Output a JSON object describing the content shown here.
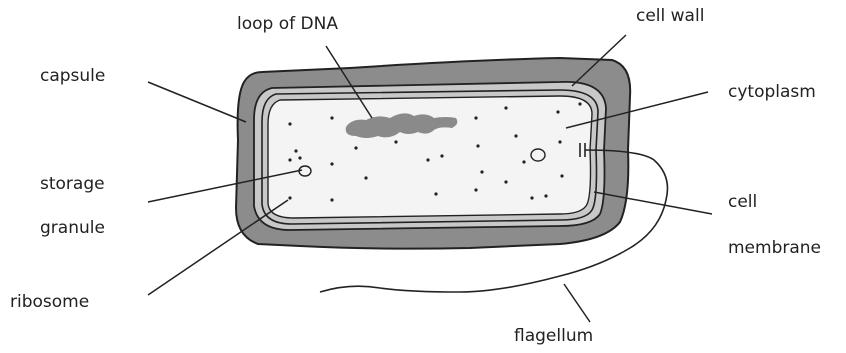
{
  "labels": {
    "loop_of_dna": "loop of DNA",
    "cell_wall": "cell wall",
    "capsule": "capsule",
    "cytoplasm": "cytoplasm",
    "storage": "storage",
    "granule": "granule",
    "cell": "cell",
    "membrane": "membrane",
    "ribosome": "ribosome",
    "flagellum": "flagellum"
  },
  "colors": {
    "capsule_fill": "#8c8c8c",
    "wall_fill": "#c8c8c8",
    "cytoplasm_fill": "#f4f4f4",
    "dna_fill": "#8a8a8a",
    "line": "#222222"
  }
}
